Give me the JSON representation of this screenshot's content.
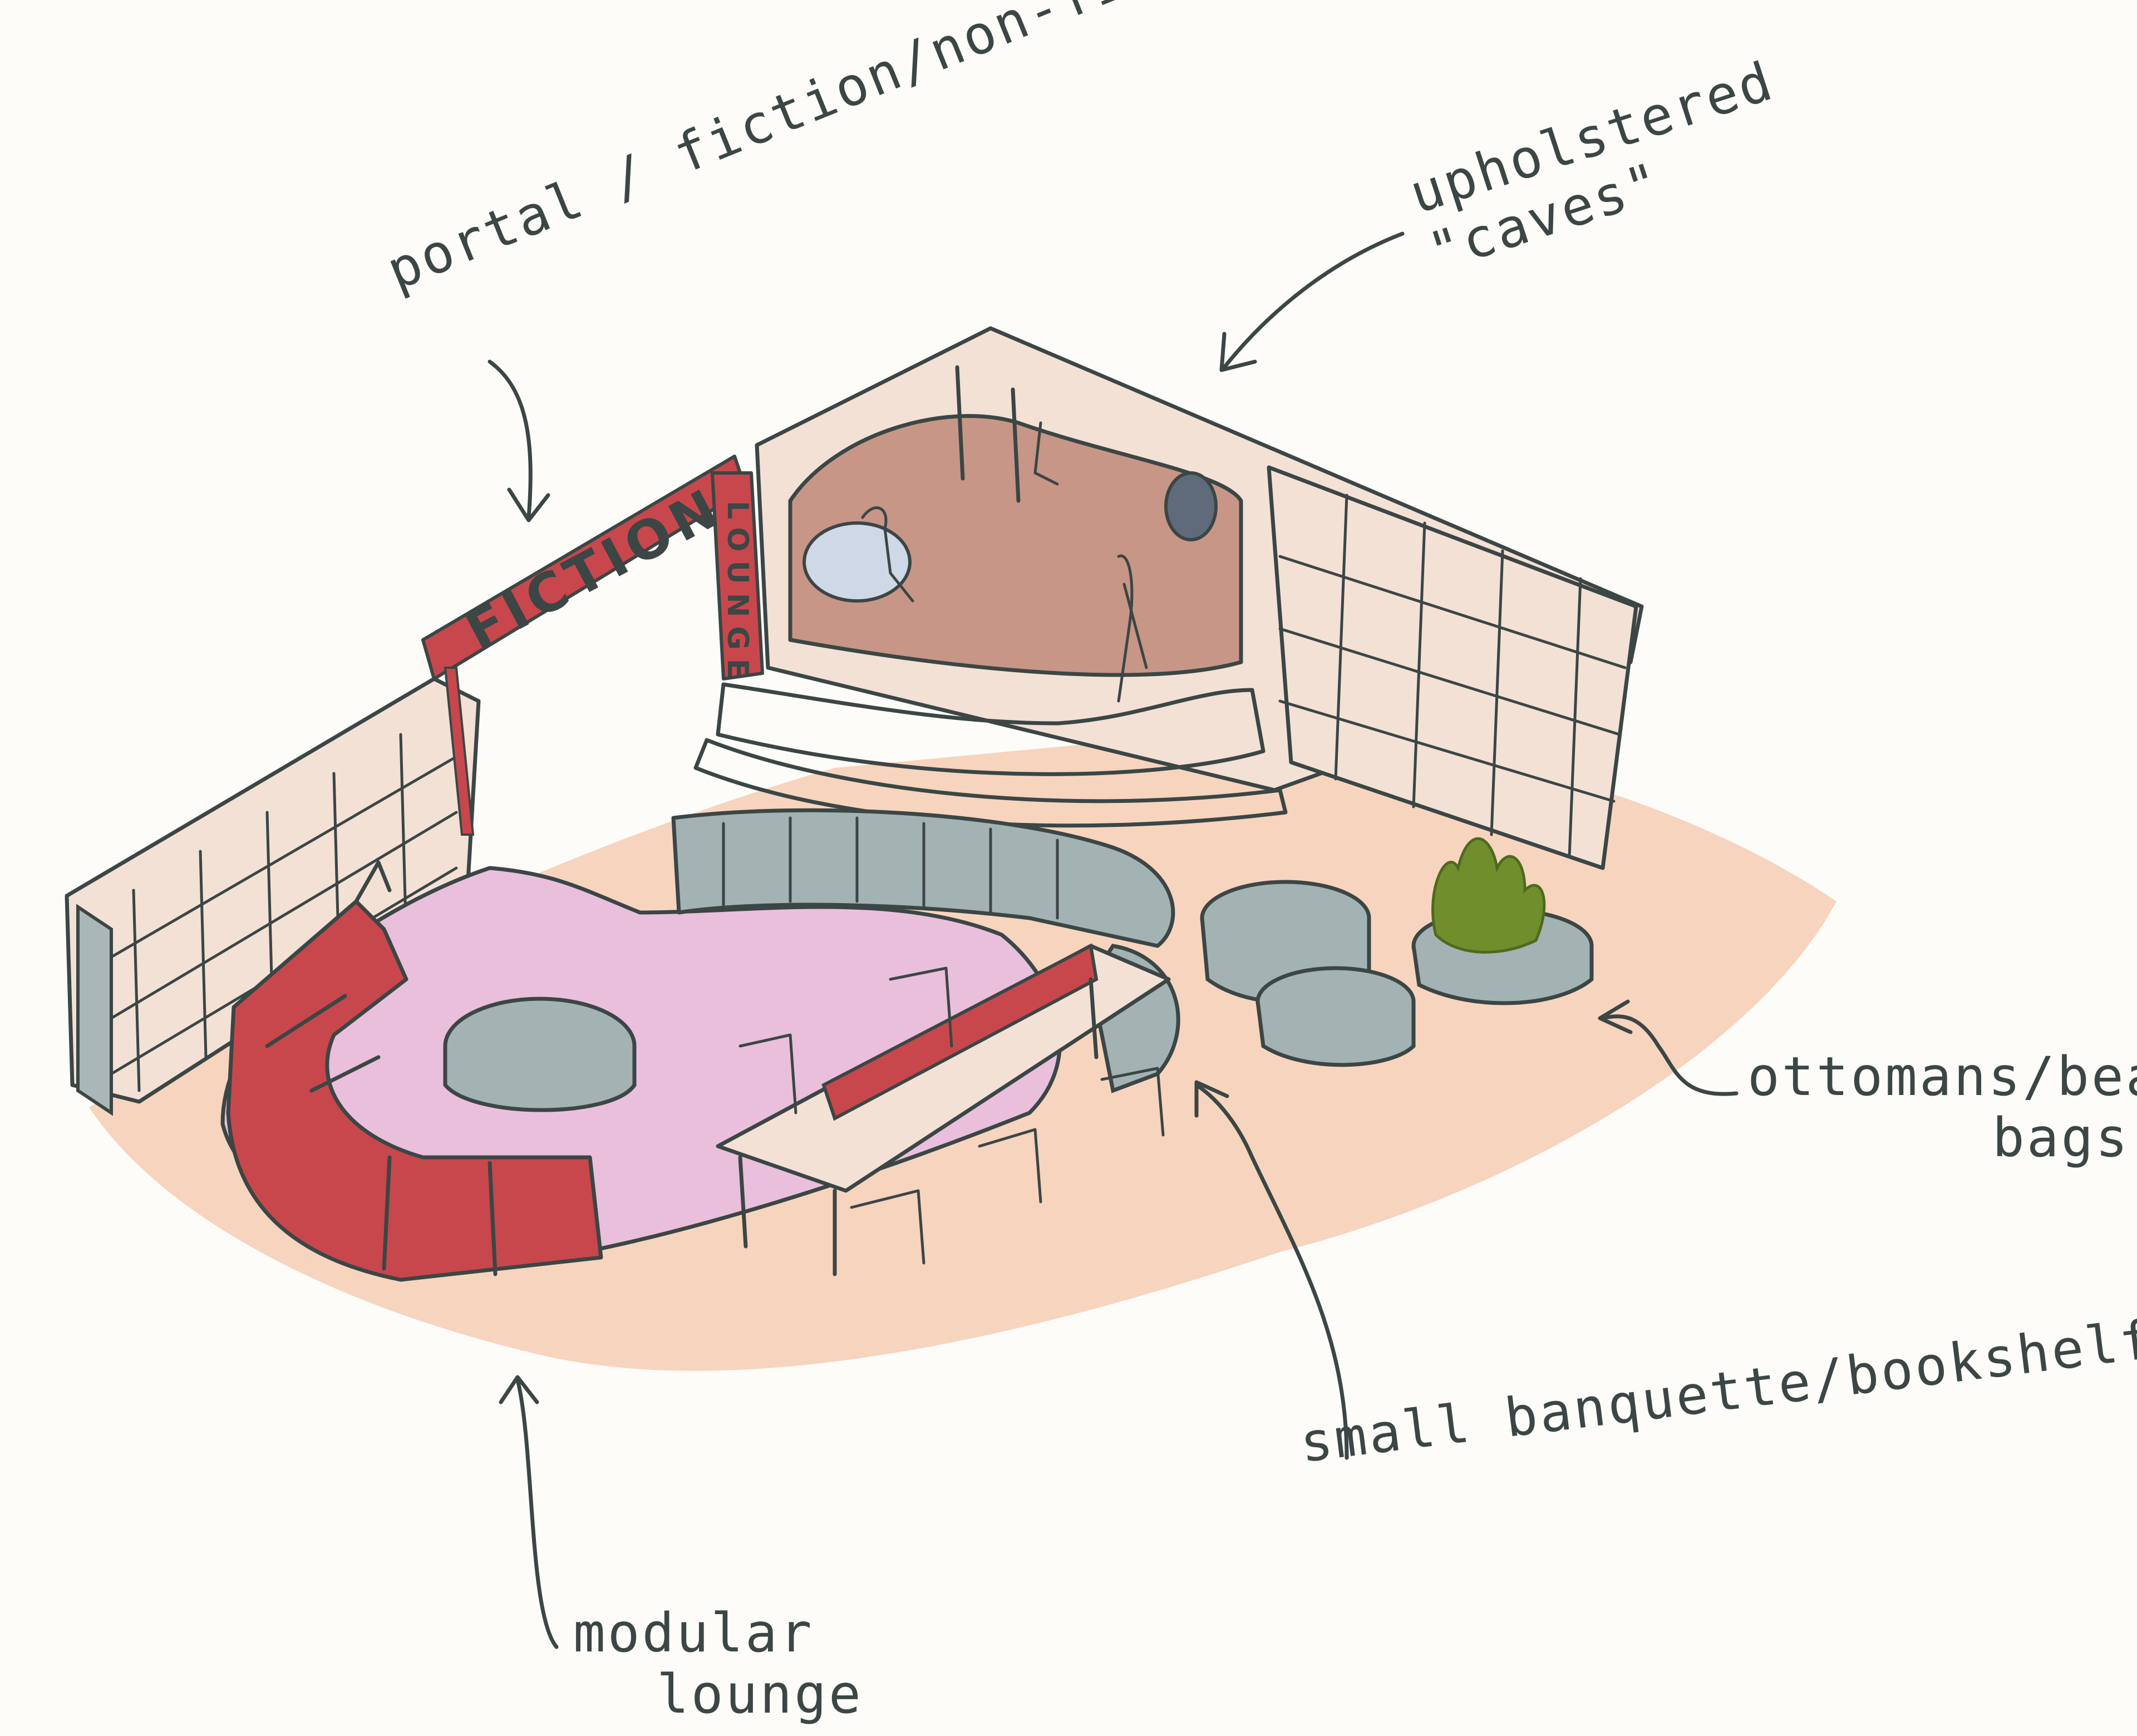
{
  "labels": {
    "portal": "portal / fiction/non-fiction",
    "caves_line1": "upholstered",
    "caves_line2": "\"caves\"",
    "ottomans_line1": "ottomans/bean",
    "ottomans_line2": "bags",
    "banquette": "small banquette/bookshelf",
    "lounge_line1": "modular",
    "lounge_line2": "lounge"
  },
  "signage": {
    "fiction": "FICTION",
    "lounge": "LOUNGE"
  },
  "colors": {
    "ink": "#3b4645",
    "paper": "#fdfcf9",
    "floor_peach": "#f6cdb4",
    "rug_pink": "#e9bfdc",
    "sofa_red": "#c8474c",
    "cave_brown": "#c79687",
    "ottoman_grey": "#a3b2b3",
    "plant_green": "#6f8f2d",
    "shelf_cream": "#f3e1d6"
  }
}
